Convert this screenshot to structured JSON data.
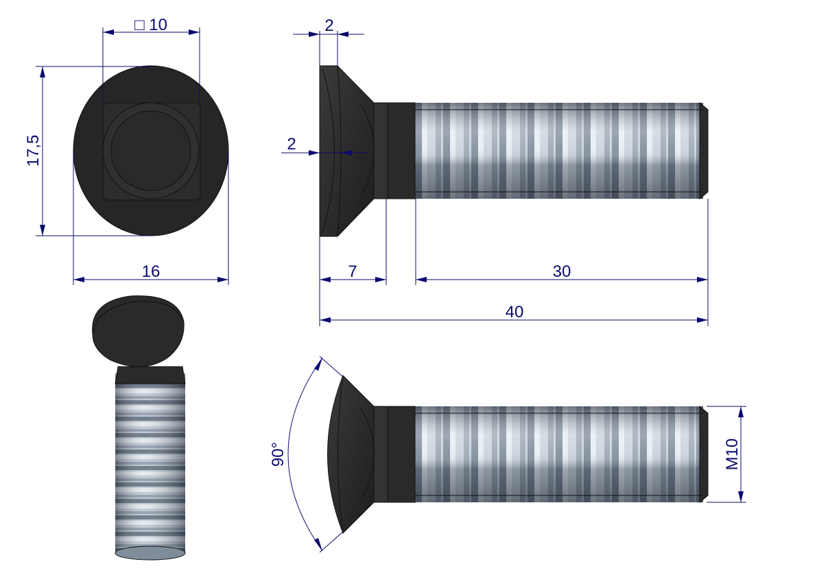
{
  "drawing": {
    "dimensions": {
      "square_size": "□ 10",
      "head_height": "17,5",
      "head_width": "16",
      "head_edge_thickness": "2",
      "head_dome_depth": "2",
      "neck_length": "7",
      "thread_length": "30",
      "total_length": "40",
      "head_angle": "90°",
      "thread_size": "M10"
    },
    "colors": {
      "dimension": "#0a0a6e",
      "head": "#2a2a2a",
      "thread_light": "#e8eef4",
      "thread_dark": "#3a4a5c"
    }
  }
}
